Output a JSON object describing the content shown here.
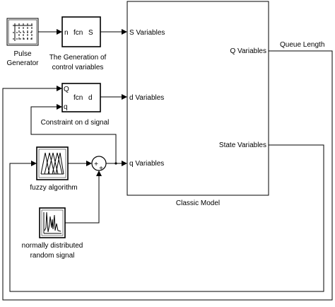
{
  "blocks": {
    "pulse_generator": {
      "label_line1": "Pulse",
      "label_line2": "Generator"
    },
    "generation_fcn": {
      "port_in": "n",
      "name": "fcn",
      "port_out": "S",
      "label_line1": "The Generation of",
      "label_line2": "control variables"
    },
    "constraint_fcn": {
      "port_in_q_upper": "Q",
      "port_in_q_lower": "q",
      "name": "fcn",
      "port_out": "d",
      "label": "Constraint on d signal"
    },
    "fuzzy": {
      "label": "fuzzy algorithm"
    },
    "sum": {
      "plus_top": "+",
      "plus_left": "+"
    },
    "random": {
      "label_line1": "normally distributed",
      "label_line2": "random signal"
    },
    "classic_model": {
      "label": "Classic Model",
      "in_s": "S Variables",
      "in_d": "d Variables",
      "in_q": "q Variables",
      "out_q": "Q Variables",
      "out_state": "State Variables"
    }
  },
  "outputs": {
    "queue_length": "Queue Length"
  },
  "colors": {
    "stroke": "#000000",
    "block_fill": "#ffffff",
    "icon_fill": "#e8e8e8"
  }
}
